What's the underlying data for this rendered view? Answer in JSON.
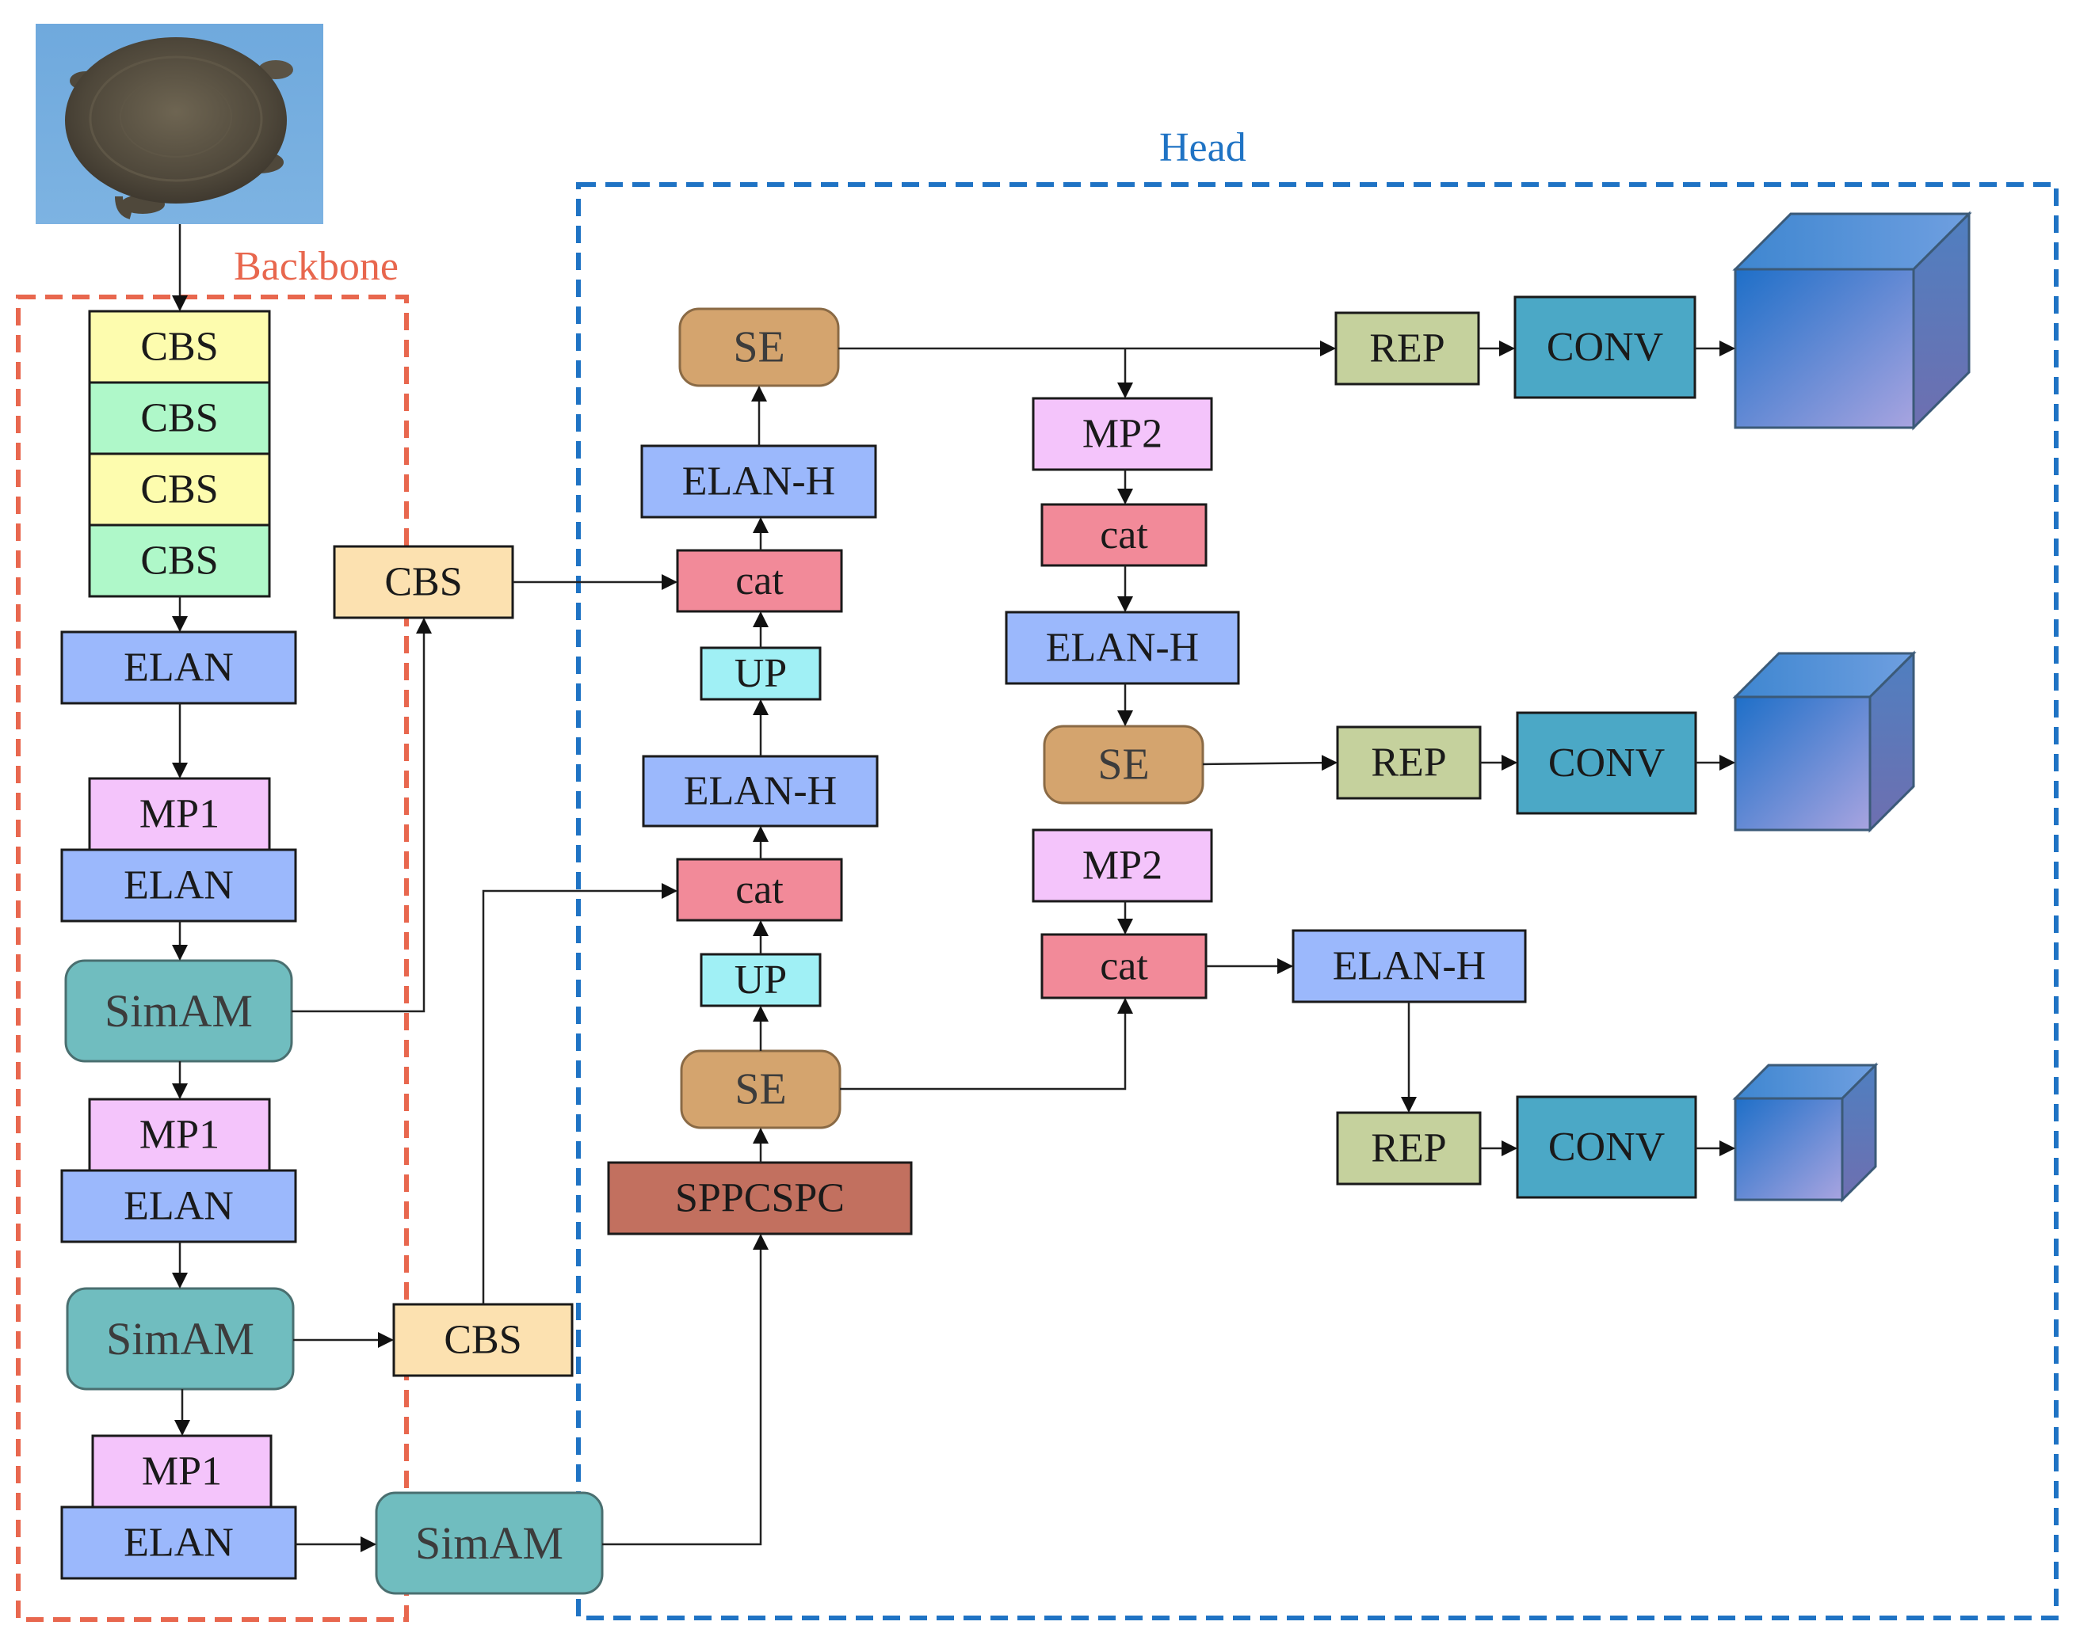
{
  "regions": {
    "backbone": {
      "label": "Backbone",
      "color": "#E8674E"
    },
    "head": {
      "label": "Head",
      "color": "#1F73C4"
    }
  },
  "palette": {
    "cbs_yellow": "#FDFCAE",
    "cbs_green": "#AFF8C9",
    "cbs_orange": "#FCE1B0",
    "elan": "#9BB8FC",
    "mp": "#F4C4FB",
    "simam": "#70BDBF",
    "se": "#D4A46E",
    "cat": "#F28A99",
    "up": "#A0F0F5",
    "sppcspc": "#C2705F",
    "rep": "#C5D19D",
    "conv": "#4BA8C6"
  },
  "input_image": {
    "subject": "softshell turtle photo",
    "icon": "turtle-image"
  },
  "nodes": {
    "b_cbs1": "CBS",
    "b_cbs2": "CBS",
    "b_cbs3": "CBS",
    "b_cbs4": "CBS",
    "b_elan1": "ELAN",
    "b_mp1a": "MP1",
    "b_elan2": "ELAN",
    "b_simam1": "SimAM",
    "b_mp1b": "MP1",
    "b_elan3": "ELAN",
    "b_simam2": "SimAM",
    "b_mp1c": "MP1",
    "b_elan4": "ELAN",
    "simam3": "SimAM",
    "cbs_upper": "CBS",
    "cbs_lower": "CBS",
    "se_top": "SE",
    "elanh1": "ELAN-H",
    "cat1": "cat",
    "up1": "UP",
    "elanh2": "ELAN-H",
    "cat2": "cat",
    "up2": "UP",
    "se_bottom": "SE",
    "sppcspc": "SPPCSPC",
    "mp2a": "MP2",
    "cat3": "cat",
    "elanh3": "ELAN-H",
    "se_mid": "SE",
    "mp2b": "MP2",
    "cat4": "cat",
    "elanh4": "ELAN-H",
    "rep1": "REP",
    "conv1": "CONV",
    "rep2": "REP",
    "conv2": "CONV",
    "rep3": "REP",
    "conv3": "CONV"
  },
  "outputs": [
    {
      "name": "large-scale-output",
      "icon": "cube-icon"
    },
    {
      "name": "medium-scale-output",
      "icon": "cube-icon"
    },
    {
      "name": "small-scale-output",
      "icon": "cube-icon"
    }
  ]
}
